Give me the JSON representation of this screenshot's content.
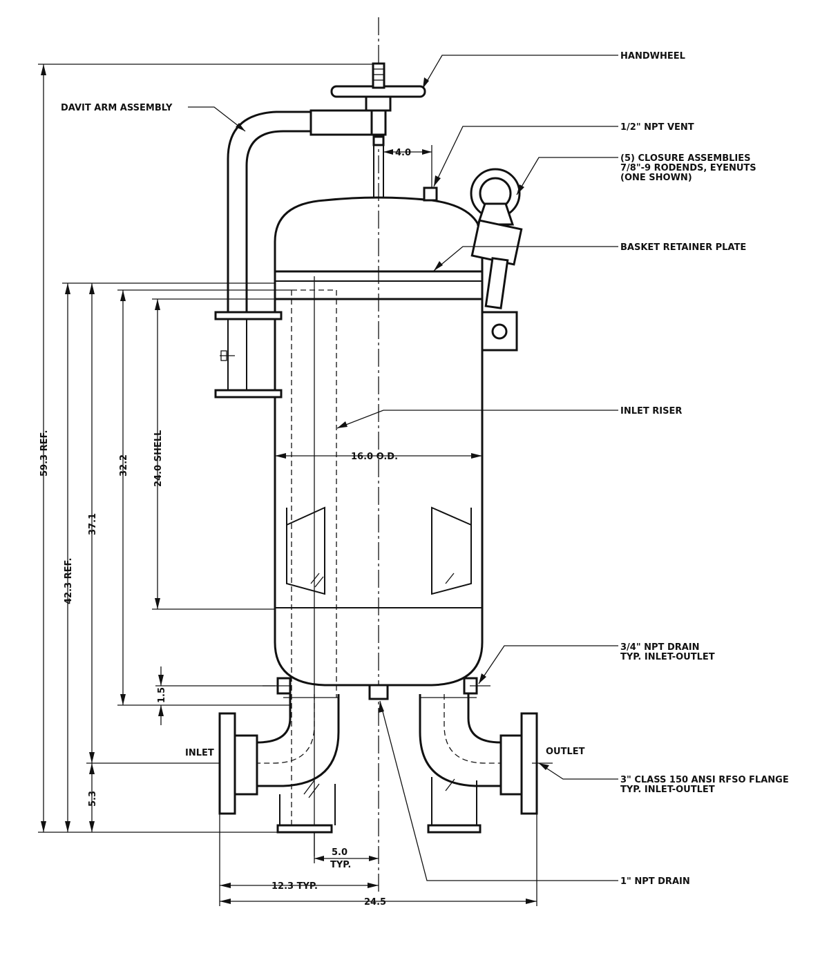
{
  "labels": {
    "handwheel": "HANDWHEEL",
    "davit_arm": "DAVIT ARM ASSEMBLY",
    "vent": "1/2\" NPT VENT",
    "closure_line1": "(5) CLOSURE ASSEMBLIES",
    "closure_line2": "7/8\"-9 RODENDS, EYENUTS",
    "closure_line3": "(ONE SHOWN)",
    "basket_retainer": "BASKET RETAINER PLATE",
    "inlet_riser": "INLET RISER",
    "drain_line1": "3/4\" NPT DRAIN",
    "drain_line2": "TYP. INLET-OUTLET",
    "inlet": "INLET",
    "outlet": "OUTLET",
    "flange_line1": "3\" CLASS 150 ANSI RFSO FLANGE",
    "flange_line2": "TYP. INLET-OUTLET",
    "npt_drain": "1\" NPT DRAIN"
  },
  "dimensions": {
    "d_4_0": "4.0",
    "d_16_od": "16.0 O.D.",
    "d_59_3": "59.3 REF.",
    "d_42_3": "42.3 REF.",
    "d_37_1": "37.1",
    "d_32_2": "32.2",
    "d_24_shell": "24.0 SHELL",
    "d_1_5": "1.5",
    "d_5_3": "5.3",
    "d_5_0": "5.0",
    "d_typ": "TYP.",
    "d_12_3": "12.3 TYP.",
    "d_24_5": "24.5"
  }
}
